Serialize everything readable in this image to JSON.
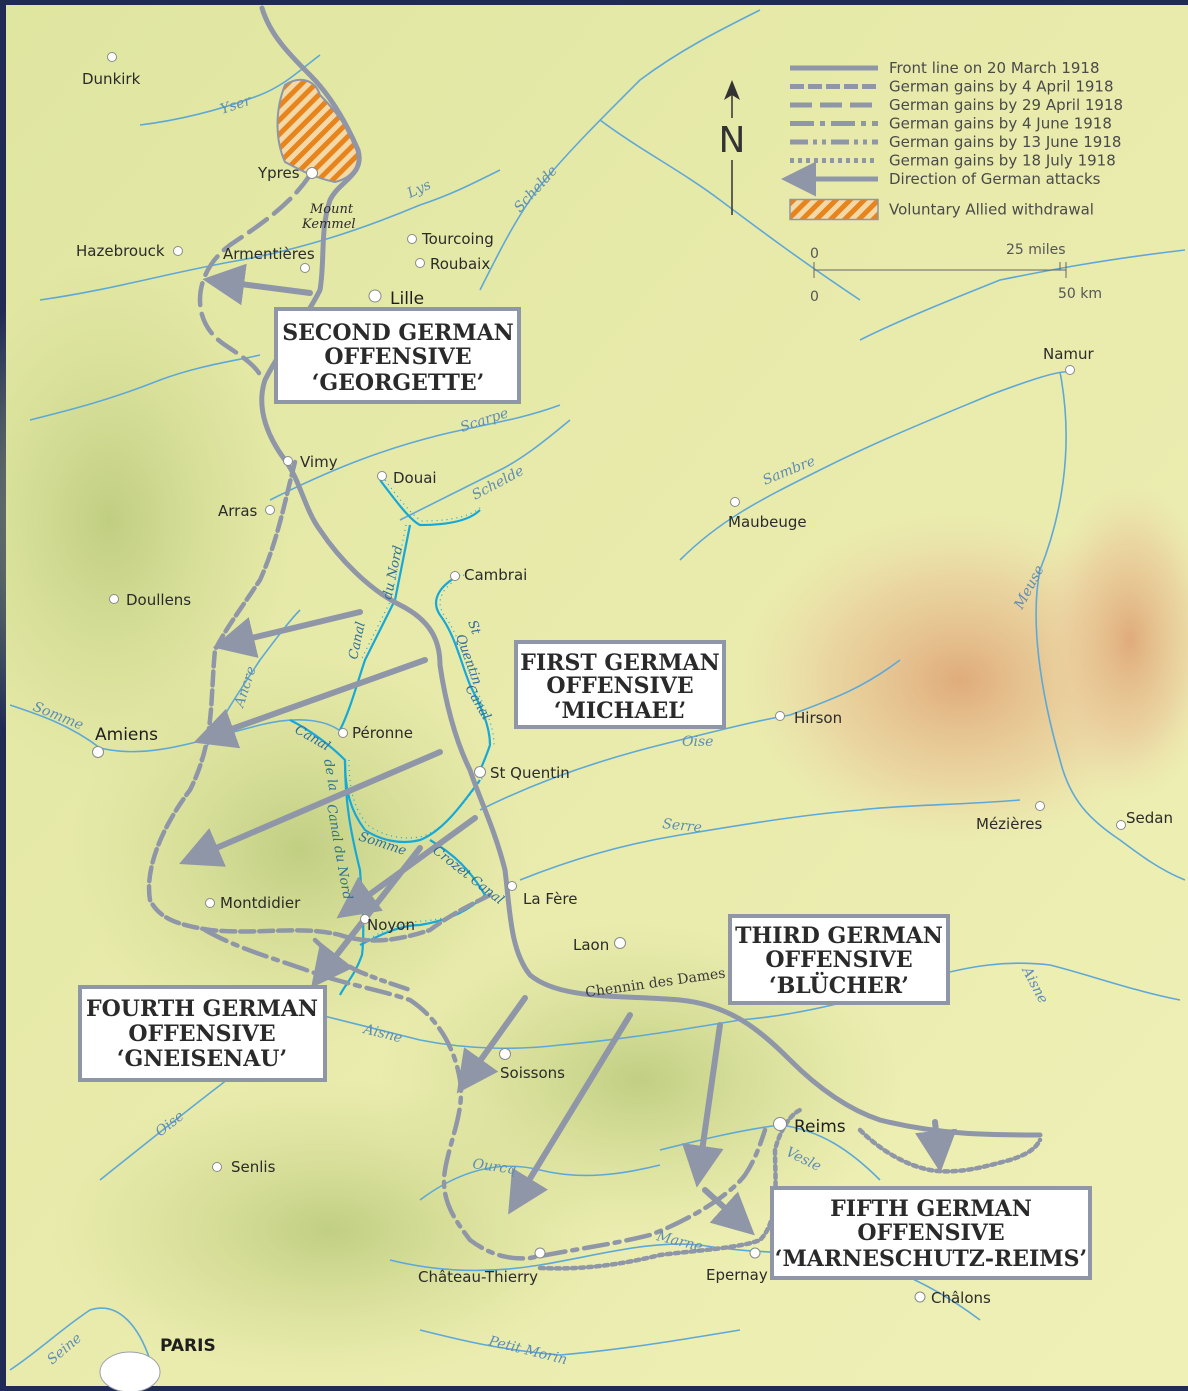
{
  "colors": {
    "land": "#e8eaa6",
    "land_dark": "#c8d28a",
    "hills": "#e6b888",
    "river": "#5ea8d8",
    "canal": "#18a8d8",
    "front": "#8f96a8",
    "withdrawal": "#e8841c",
    "frame": "#1f2b55"
  },
  "legend": {
    "items": [
      {
        "key": "front-20-march",
        "label": "Front line on 20 March 1918",
        "dash": ""
      },
      {
        "key": "gains-4-april",
        "label": "German gains by 4 April 1918",
        "dash": "14 4"
      },
      {
        "key": "gains-29-april",
        "label": "German gains by 29 April 1918",
        "dash": "22 8"
      },
      {
        "key": "gains-4-june",
        "label": "German gains by 4 June 1918",
        "dash": "24 6 5 6"
      },
      {
        "key": "gains-13-june",
        "label": "German gains by 13 June 1918",
        "dash": "18 5 4 5 4 5"
      },
      {
        "key": "gains-18-july",
        "label": "German gains by 18 July 1918",
        "dash": "4 4"
      },
      {
        "key": "attack-direction",
        "label": "Direction of German attacks",
        "dash": ""
      }
    ],
    "withdrawal_label": "Voluntary Allied withdrawal",
    "north": "N",
    "scale_miles_0": "0",
    "scale_miles_max": "25 miles",
    "scale_km_0": "0",
    "scale_km_max": "50 km"
  },
  "offensives": {
    "second": {
      "line1": "SECOND GERMAN",
      "line2": "OFFENSIVE",
      "line3": "‘GEORGETTE’"
    },
    "first": {
      "line1": "FIRST GERMAN",
      "line2": "OFFENSIVE",
      "line3": "‘MICHAEL’"
    },
    "third": {
      "line1": "THIRD GERMAN",
      "line2": "OFFENSIVE",
      "line3": "‘BLÜCHER’"
    },
    "fourth": {
      "line1": "FOURTH GERMAN",
      "line2": "OFFENSIVE",
      "line3": "‘GNEISENAU’"
    },
    "fifth": {
      "line1": "FIFTH GERMAN",
      "line2": "OFFENSIVE",
      "line3": "‘MARNESCHUTZ-REIMS’"
    }
  },
  "towns": {
    "dunkirk": "Dunkirk",
    "ypres": "Ypres",
    "mount_kemmel_1": "Mount",
    "mount_kemmel_2": "Kemmel",
    "hazebrouck": "Hazebrouck",
    "armentieres": "Armentières",
    "tourcoing": "Tourcoing",
    "roubaix": "Roubaix",
    "lille": "Lille",
    "namur": "Namur",
    "vimy": "Vimy",
    "douai": "Douai",
    "arras": "Arras",
    "maubeuge": "Maubeuge",
    "cambrai": "Cambrai",
    "doullens": "Doullens",
    "amiens": "Amiens",
    "peronne": "Péronne",
    "hirson": "Hirson",
    "st_quentin": "St Quentin",
    "mezieres": "Mézières",
    "sedan": "Sedan",
    "montdidier": "Montdidier",
    "noyon": "Noyon",
    "la_fere": "La Fère",
    "laon": "Laon",
    "soissons": "Soissons",
    "reims": "Reims",
    "senlis": "Senlis",
    "chateau_thierry": "Château-Thierry",
    "epernay": "Epernay",
    "chalons": "Châlons",
    "paris": "PARIS"
  },
  "rivers": {
    "yser": "Yser",
    "lys": "Lys",
    "schelde_north": "Schelde",
    "scarpe": "Scarpe",
    "schelde_south": "Schelde",
    "sambre": "Sambre",
    "meuse": "Meuse",
    "ancre": "Ancre",
    "somme_west": "Somme",
    "oise_east": "Oise",
    "serre": "Serre",
    "somme_canal": "Somme",
    "aisne_west": "Aisne",
    "aisne_east": "Aisne",
    "oise_south": "Oise",
    "ourcq": "Ourcq",
    "vesle": "Vesle",
    "marne": "Marne",
    "seine": "Seine",
    "petit_morin": "Petit Morin"
  },
  "canals": {
    "canal_du_nord_top_1": "Canal",
    "canal_du_nord_top_2": "du Nord",
    "st_quentin_canal_1": "St",
    "st_quentin_canal_2": "Quentin",
    "st_quentin_canal_3": "Canal",
    "canal_de_la_somme_1": "Canal",
    "canal_de_la_somme_2": "de la",
    "canal_du_nord_bottom": "Canal du Nord",
    "crozet_canal": "Crozet Canal"
  },
  "regions": {
    "chemin_des_dames": "Chennin des Dames"
  }
}
